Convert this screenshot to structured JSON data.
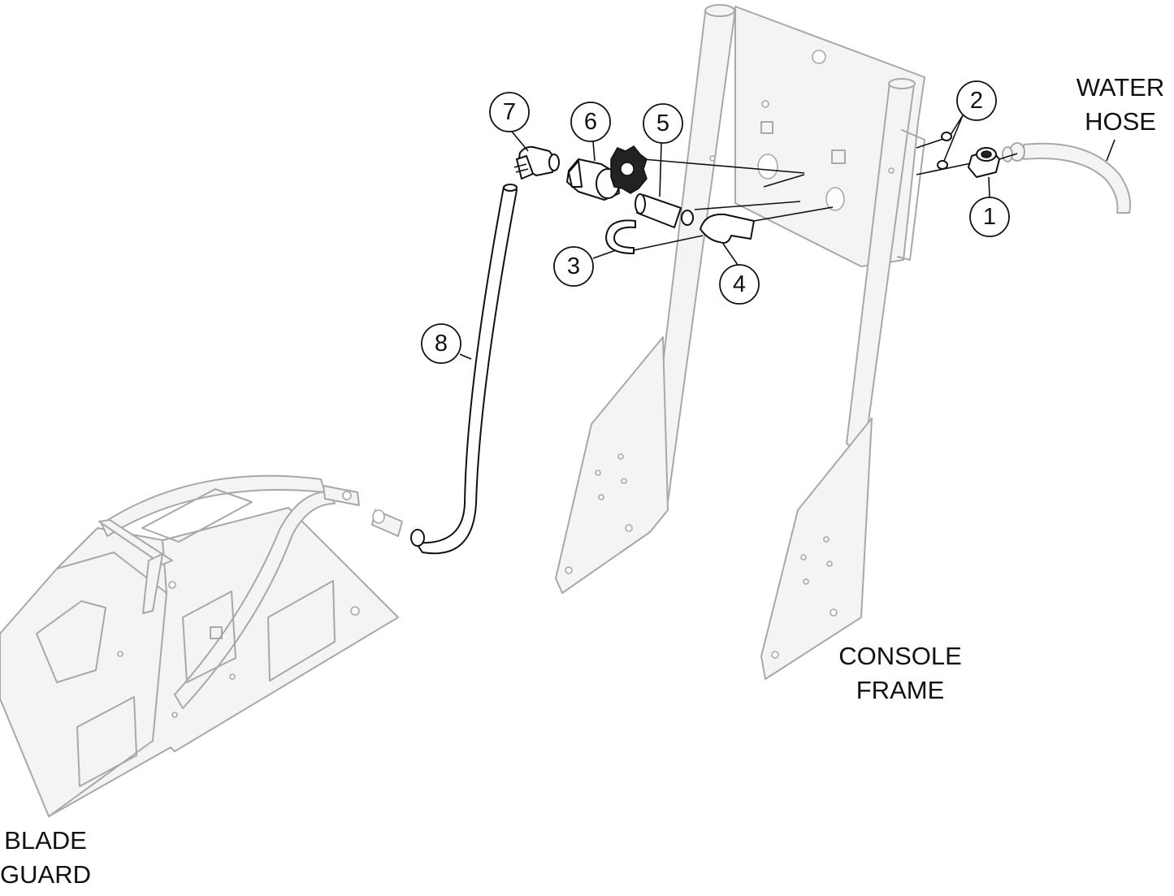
{
  "labels": {
    "water_hose": [
      "WATER",
      "HOSE"
    ],
    "console_frame": [
      "CONSOLE",
      "FRAME"
    ],
    "blade_guard": [
      "BLADE",
      "GUARD"
    ]
  },
  "callouts": [
    "1",
    "2",
    "3",
    "4",
    "5",
    "6",
    "7",
    "8"
  ],
  "colors": {
    "ghost_line": "#a8a8a8",
    "part_line": "#111111",
    "background": "#ffffff"
  }
}
